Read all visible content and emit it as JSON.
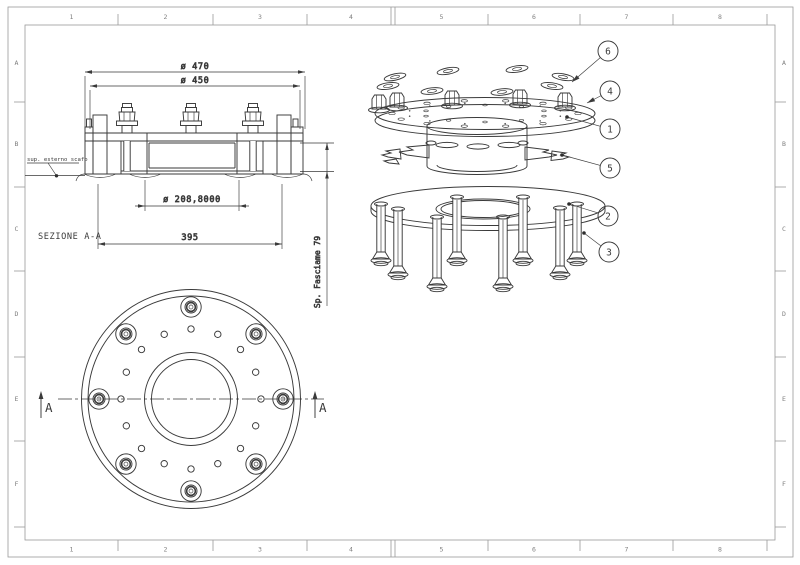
{
  "sheet": {
    "background": "#ffffff",
    "frame_color": "#9a9a9a",
    "line_color": "#3a3a3a",
    "grid_columns": [
      "1",
      "2",
      "3",
      "4",
      "5",
      "6",
      "7",
      "8"
    ],
    "grid_rows": [
      "A",
      "B",
      "C",
      "D",
      "E",
      "F"
    ]
  },
  "section_view": {
    "title": "SEZIONE A-A",
    "hull_note": "sup. esterno scafo",
    "dim_outer_diameter": "ø 470",
    "dim_bolt_circle_diameter": "ø 450",
    "dim_bore_diameter": "ø 208,8000",
    "dim_overall_width": "395",
    "dim_plate_thickness": "Sp. Fasciame 79"
  },
  "front_view": {
    "section_cut_label_left": "A",
    "section_cut_label_right": "A"
  },
  "exploded_view": {
    "balloons": [
      {
        "label": "1"
      },
      {
        "label": "2"
      },
      {
        "label": "3"
      },
      {
        "label": "4"
      },
      {
        "label": "5"
      },
      {
        "label": "6"
      }
    ]
  }
}
